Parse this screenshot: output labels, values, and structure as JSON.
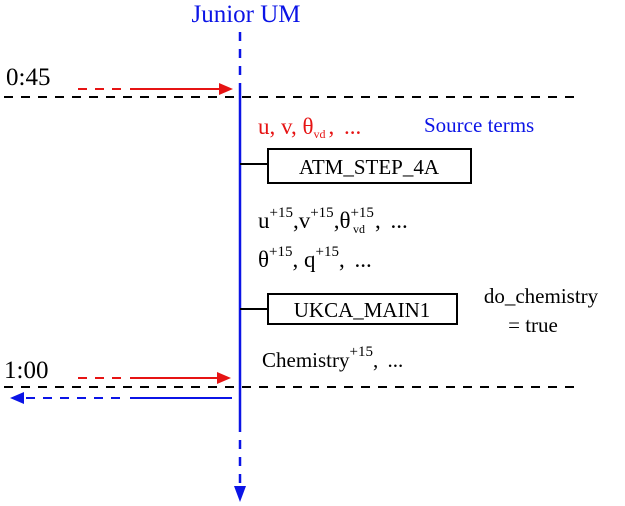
{
  "colors": {
    "blue": "#0b14e6",
    "red": "#e61414",
    "black": "#000000"
  },
  "title": "Junior UM",
  "timesteps": {
    "start": "0:45",
    "end": "1:00"
  },
  "inputs": {
    "u": "u",
    "v": "v",
    "theta": "θ",
    "theta_sub": "vd",
    "more": "..."
  },
  "source_terms": "Source terms",
  "boxes": {
    "atm_step": "ATM_STEP_4A",
    "ukca_main": "UKCA_MAIN1"
  },
  "updated": {
    "plus15": "+15",
    "u": "u",
    "v": "v",
    "theta": "θ",
    "theta_sub": "vd",
    "q": "q",
    "more": "..."
  },
  "chemistry_flag": {
    "line1": "do_chemistry",
    "line2": "= true"
  },
  "chemistry": {
    "label": "Chemistry",
    "plus15": "+15",
    "more": "..."
  },
  "punct": {
    "comma": ","
  }
}
